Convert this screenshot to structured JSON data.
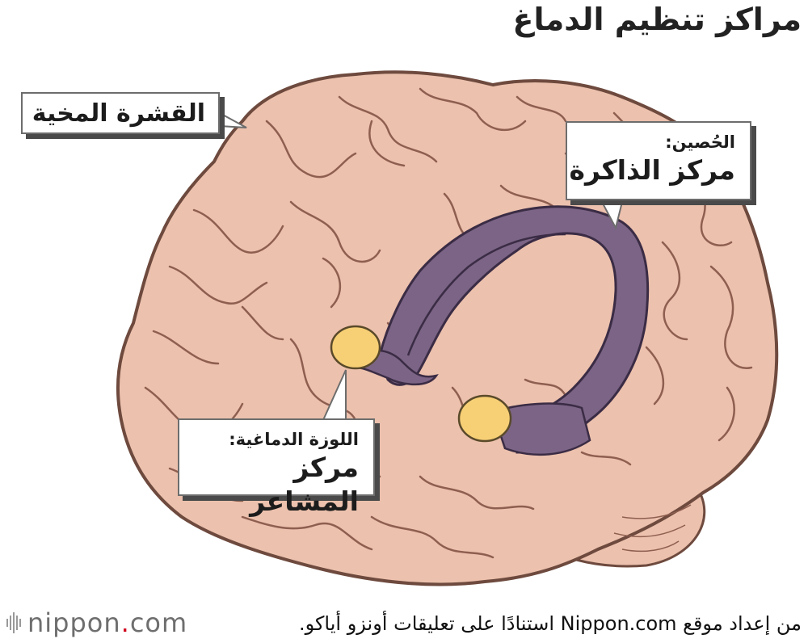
{
  "title": "مراكز تنظيم الدماغ",
  "labels": {
    "cortex": "القشرة المخية",
    "hippocampus": {
      "name": "الحُصين:",
      "role": "مركز الذاكرة"
    },
    "amygdala": {
      "name": "اللوزة الدماغية:",
      "role": "مركز المشاعر"
    }
  },
  "footer": {
    "credit": "من إعداد موقع Nippon.com استنادًا على تعليقات أونزو أياكو.",
    "logo_text_a": "nippon",
    "logo_dot": ".",
    "logo_text_b": "com"
  },
  "colors": {
    "brain_fill": "#ecc1ad",
    "brain_outline": "#6e4a3e",
    "hippocampus": "#7b6485",
    "amygdala": "#f7cf75",
    "logo_dot": "#d0021b"
  }
}
